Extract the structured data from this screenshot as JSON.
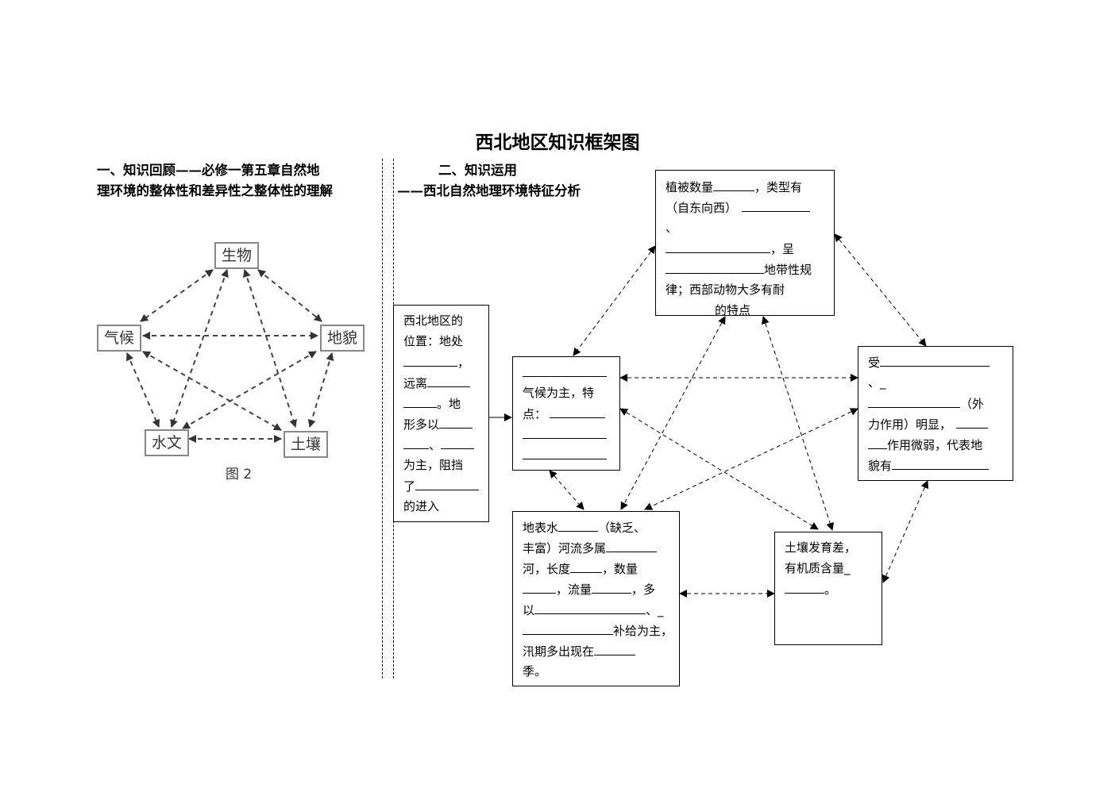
{
  "title": "西北地区知识框架图",
  "section1": {
    "line1": "一、知识回顾——必修一第五章自然地",
    "line2": "理环境的整体性和差异性之整体性的理解"
  },
  "section2": {
    "line1": "二、知识运用",
    "line2": "——西北自然地理环境特征分析"
  },
  "figure": {
    "caption": "图 2",
    "nodes": {
      "biology": "生物",
      "climate": "气候",
      "landform": "地貌",
      "hydrology": "水文",
      "soil": "土壤"
    }
  },
  "boxes": {
    "location": {
      "lines": [
        "西北地区的",
        "位置：地处",
        "，",
        "远离",
        "。地",
        "形多以",
        "、",
        "为主，阻挡",
        "了",
        "的进入"
      ]
    },
    "climate": {
      "lines": [
        "气候为主，特",
        "点："
      ]
    },
    "vegetation": {
      "l1a": "植被数量",
      "l1b": "，类型有",
      "l2": "（自东向西）",
      "l3": "、",
      "l4": "，呈",
      "l5": "地带性规",
      "l6": "律；西部动物大多有耐",
      "l7": "的特点"
    },
    "landform": {
      "l1": "受",
      "l2": "、_",
      "l3": "（外",
      "l4": "力作用）明显，",
      "l5": "作用微弱，代表地",
      "l6": "貌有"
    },
    "hydrology": {
      "l1a": "地表水",
      "l1b": "（缺乏、",
      "l2": "丰富）河流多属",
      "l3a": "河，长度",
      "l3b": "，数量",
      "l4a": "，流量",
      "l4b": "，多",
      "l5a": "以",
      "l5b": "、_",
      "l6": "补给为主，",
      "l7": "汛期多出现在",
      "l8": "季。"
    },
    "soil": {
      "l1": "土壤发育差，",
      "l2": "有机质含量_",
      "l3": "。"
    }
  }
}
